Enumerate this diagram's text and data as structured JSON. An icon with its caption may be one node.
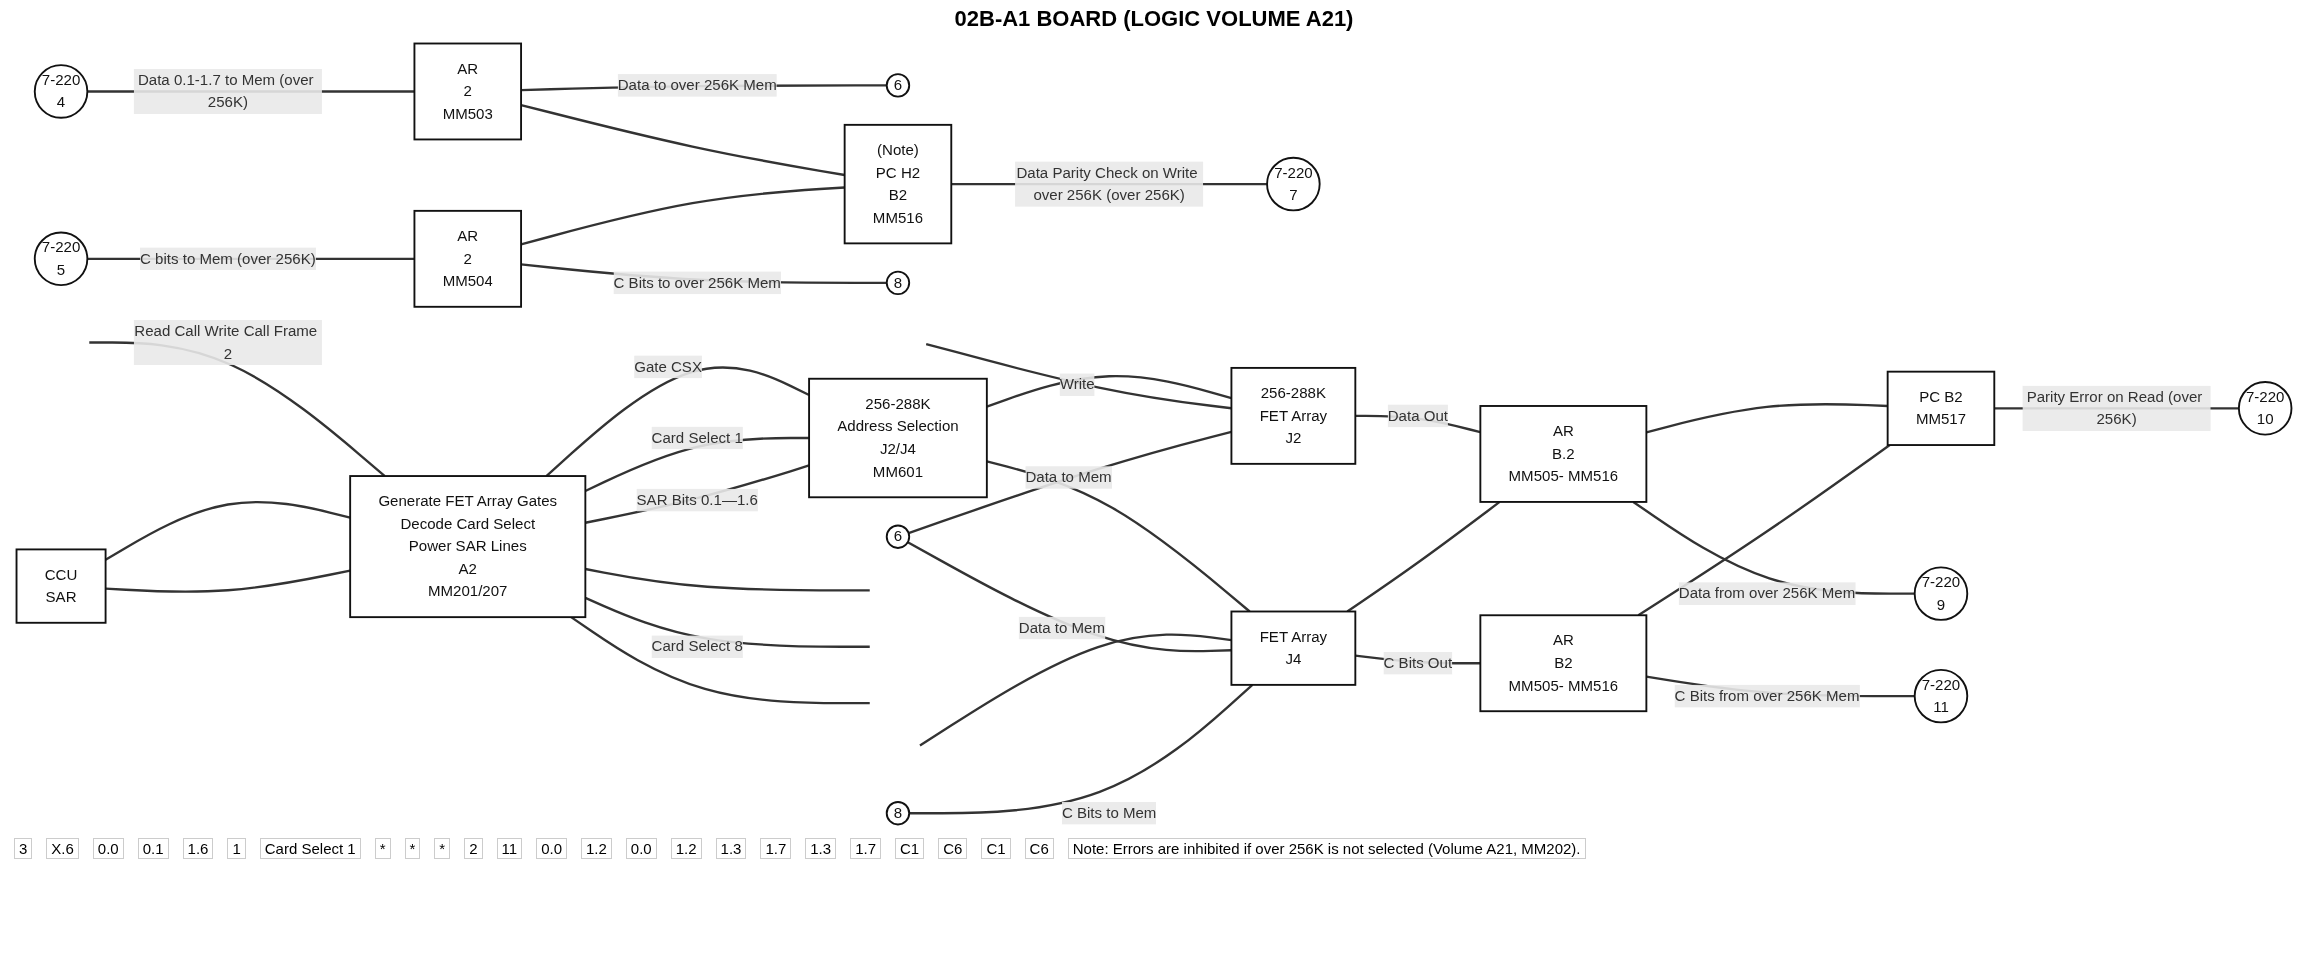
{
  "diagram": {
    "title": "02B-A1 BOARD (LOGIC VOLUME A21)",
    "nodes": [
      {
        "text": [
          "7-220",
          "4"
        ]
      },
      {
        "text": [
          "AR",
          "2",
          "MM503"
        ]
      },
      {
        "text": [
          "6"
        ]
      },
      {
        "text": [
          "(Note)",
          "PC H2",
          "B2",
          "MM516"
        ]
      },
      {
        "text": [
          "7-220",
          "7"
        ]
      },
      {
        "text": [
          "7-220",
          "5"
        ]
      },
      {
        "text": [
          "AR",
          "2",
          "MM504"
        ]
      },
      {
        "text": [
          "8"
        ]
      },
      {
        "text": [
          "Generate FET Array Gates",
          "Decode Card Select",
          "Power SAR Lines",
          "A2",
          "MM201/207"
        ]
      },
      {
        "text": [
          "CCU",
          "SAR"
        ]
      },
      {
        "text": [
          "256-288K",
          "Address Selection",
          "J2/J4",
          "MM601"
        ]
      },
      {
        "text": [
          "256-288K",
          "FET Array",
          "J2"
        ]
      },
      {
        "text": [
          "FET Array",
          "J4"
        ]
      },
      {
        "text": [
          "6"
        ]
      },
      {
        "text": [
          "8"
        ]
      },
      {
        "text": [
          "AR",
          "B.2",
          "MM505- MM516"
        ]
      },
      {
        "text": [
          "AR",
          "B2",
          "MM505- MM516"
        ]
      },
      {
        "text": [
          "PC B2",
          "MM517"
        ]
      },
      {
        "text": [
          "7-220",
          "9"
        ]
      },
      {
        "text": [
          "7-220",
          "10"
        ]
      },
      {
        "text": [
          "7-220",
          "11"
        ]
      }
    ],
    "edges": [
      {
        "from": 0,
        "to": 1,
        "arrow": "none",
        "label": "Data 0.1-1.7 to Mem (over 256K)"
      },
      {
        "from": 1,
        "to": 2,
        "arrow": "none",
        "label": "Data to over 256K Mem"
      },
      {
        "from": 1,
        "to": 3,
        "arrow": "none"
      },
      {
        "from": 3,
        "to": 4,
        "arrow": "none",
        "label": "Data Parity Check on Write over 256K (over 256K)"
      },
      {
        "from": 5,
        "to": 6,
        "arrow": "none",
        "label": "C bits to Mem (over 256K)"
      },
      {
        "from": 6,
        "to": 7,
        "arrow": "none",
        "label": "C Bits to over 256K Mem"
      },
      {
        "from": 6,
        "to": 3,
        "arrow": "none"
      },
      {
        "from": null,
        "to": 8,
        "arrow": "none",
        "label": "Read Call Write Call Frame 2"
      },
      {
        "from": 9,
        "to": 8,
        "arrow": "none"
      },
      {
        "from": 9,
        "to": 8,
        "arrow": "none"
      },
      {
        "from": 8,
        "to": 10,
        "arrow": "none",
        "label": "Gate CSX"
      },
      {
        "from": 8,
        "to": null,
        "arrow": "none"
      },
      {
        "from": 8,
        "to": null,
        "arrow": "none",
        "label": "Card Select 8"
      },
      {
        "from": 8,
        "to": 10,
        "arrow": "none",
        "label": "Card Select 1"
      },
      {
        "from": 8,
        "to": 10,
        "arrow": "none",
        "label": "SAR Bits 0.1—1.6"
      },
      {
        "from": 8,
        "to": null,
        "arrow": "none"
      },
      {
        "from": 10,
        "to": 11,
        "arrow": "none"
      },
      {
        "from": 10,
        "to": 12,
        "arrow": "none"
      },
      {
        "from": null,
        "to": 11,
        "arrow": "none",
        "label": "Write"
      },
      {
        "from": null,
        "to": 12,
        "arrow": "none"
      },
      {
        "from": 13,
        "to": 11,
        "arrow": "none",
        "label": "Data to Mem"
      },
      {
        "from": 13,
        "to": 12,
        "arrow": "none",
        "label": "Data to Mem"
      },
      {
        "from": 14,
        "to": 12,
        "arrow": "none",
        "label": "C Bits to Mem"
      },
      {
        "from": 11,
        "to": 15,
        "arrow": "none",
        "label": "Data Out"
      },
      {
        "from": 12,
        "to": 15,
        "arrow": "none"
      },
      {
        "from": 12,
        "to": 16,
        "arrow": "none",
        "label": "C Bits Out"
      },
      {
        "from": 15,
        "to": 18,
        "arrow": "none",
        "label": "Data from over 256K Mem"
      },
      {
        "from": 15,
        "to": 17,
        "arrow": "none"
      },
      {
        "from": 16,
        "to": 17,
        "arrow": "none"
      },
      {
        "from": 16,
        "to": 20,
        "arrow": "none",
        "label": "C Bits from over 256K Mem"
      },
      {
        "from": 17,
        "to": 19,
        "arrow": "none",
        "label": "Parity Error on Read (over 256K)"
      }
    ],
    "labels": [
      "3",
      "X.6",
      "0.0",
      "0.1",
      "1.6",
      "1",
      "Card Select 1",
      "*",
      "*",
      "*",
      "2",
      "11",
      "0.0",
      "1.2",
      "0.0",
      "1.2",
      "1.3",
      "1.7",
      "1.3",
      "1.7",
      "C1",
      "C6",
      "C1",
      "C6",
      "Note: Errors are inhibited if over 256K is not selected (Volume A21, MM202)."
    ]
  }
}
